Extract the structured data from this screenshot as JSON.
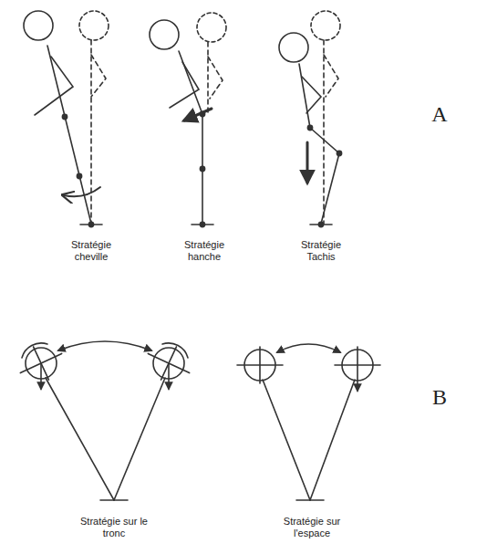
{
  "diagram": {
    "labels": [
      "Stratégie cheville",
      "Stratégie hanche",
      "Stratégie Tachis",
      "A",
      "Stratégie sur le tronc",
      "Stratégie sur l'espace",
      "B"
    ]
  }
}
